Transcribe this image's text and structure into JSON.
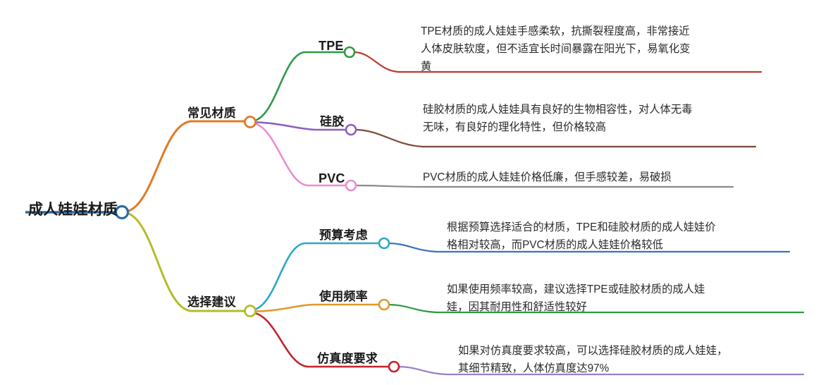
{
  "diagram": {
    "type": "mindmap",
    "title": "成人娃娃材质",
    "orientation": "left-to-right",
    "background": "#ffffff"
  },
  "root": {
    "label": "成人娃娃材质",
    "color": "#2a6ca8"
  },
  "branches": [
    {
      "label": "常见材质",
      "color": "#e07b25",
      "children": [
        {
          "label": "TPE",
          "color": "#2e9b43",
          "leaf_color": "#c0392b",
          "text": "TPE材质的成人娃娃手感柔软，抗撕裂程度高，非常接近\n人体皮肤软度，但不适宜长时间暴露在阳光下，易氧化变\n黄"
        },
        {
          "label": "硅胶",
          "color": "#8e5fc0",
          "leaf_color": "#7a4a3a",
          "text": "硅胶材质的成人娃娃具有良好的生物相容性，对人体无毒\n无味，有良好的理化特性，但价格较高"
        },
        {
          "label": "PVC",
          "color": "#ec8ecb",
          "leaf_color": "#8a8a8a",
          "text": "PVC材质的成人娃娃价格低廉，但手感较差，易破损"
        }
      ]
    },
    {
      "label": "选择建议",
      "color": "#b5bb2b",
      "children": [
        {
          "label": "预算考虑",
          "color": "#2aa8c8",
          "leaf_color": "#3b72b8",
          "text": "根据预算选择适合的材质，TPE和硅胶材质的成人娃娃价\n格相对较高，而PVC材质的成人娃娃价格较低"
        },
        {
          "label": "使用频率",
          "color": "#e09a2e",
          "leaf_color": "#2e9b43",
          "text": "如果使用频率较高，建议选择TPE或硅胶材质的成人娃\n娃，因其耐用性和舒适性较好"
        },
        {
          "label": "仿真度要求",
          "color": "#c0242b",
          "leaf_color": "#9b7fc8",
          "text": "如果对仿真度要求较高，可以选择硅胶材质的成人娃娃，\n其细节精致，人体仿真度达97%"
        }
      ]
    }
  ]
}
